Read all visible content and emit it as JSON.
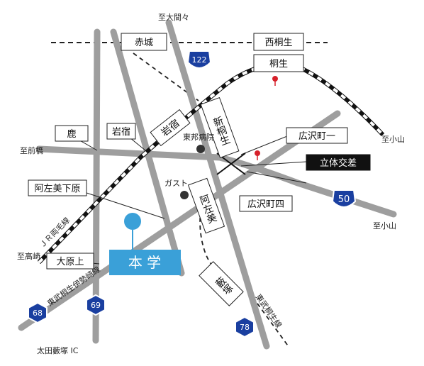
{
  "places": {
    "azuma_bochi": "至大間々",
    "shimaebashi": "至前橋",
    "koyama_top": "至小山",
    "koyama_bottom": "至小山",
    "takasaki": "至高崎",
    "ota_ic": "太田藪塚 IC",
    "hospital": "東邦病院",
    "gusto": "ガスト",
    "university": "本 学"
  },
  "rails": {
    "jr_ryomo": "ＪＲ両毛線",
    "tobu_isesaki": "東武桐生伊勢崎線",
    "tobu_kiryu": "東武桐生線"
  },
  "stations": {
    "akagi": "赤城",
    "nishikiryu": "西桐生",
    "kiryu": "桐生",
    "iwajuku_vertical": "岩宿",
    "shinkiryu": "新桐生",
    "shika": "鹿",
    "iwajuku": "岩宿",
    "hirosawa1": "広沢町一",
    "rittai": "立体交差",
    "hirosawa4": "広沢町四",
    "azamishita": "阿左美下原",
    "azami": "阿左美",
    "ohara": "大原上",
    "yabuzuka": "藪塚"
  },
  "routes": {
    "r122": "122",
    "r50": "50",
    "r68": "68",
    "r69": "69",
    "r78": "78"
  },
  "colors": {
    "road": "#9e9e9e",
    "route_shield": "#1a3fa0",
    "university": "#3aa0d8",
    "landmark_pin": "#d6202a",
    "poi": "#333333"
  }
}
